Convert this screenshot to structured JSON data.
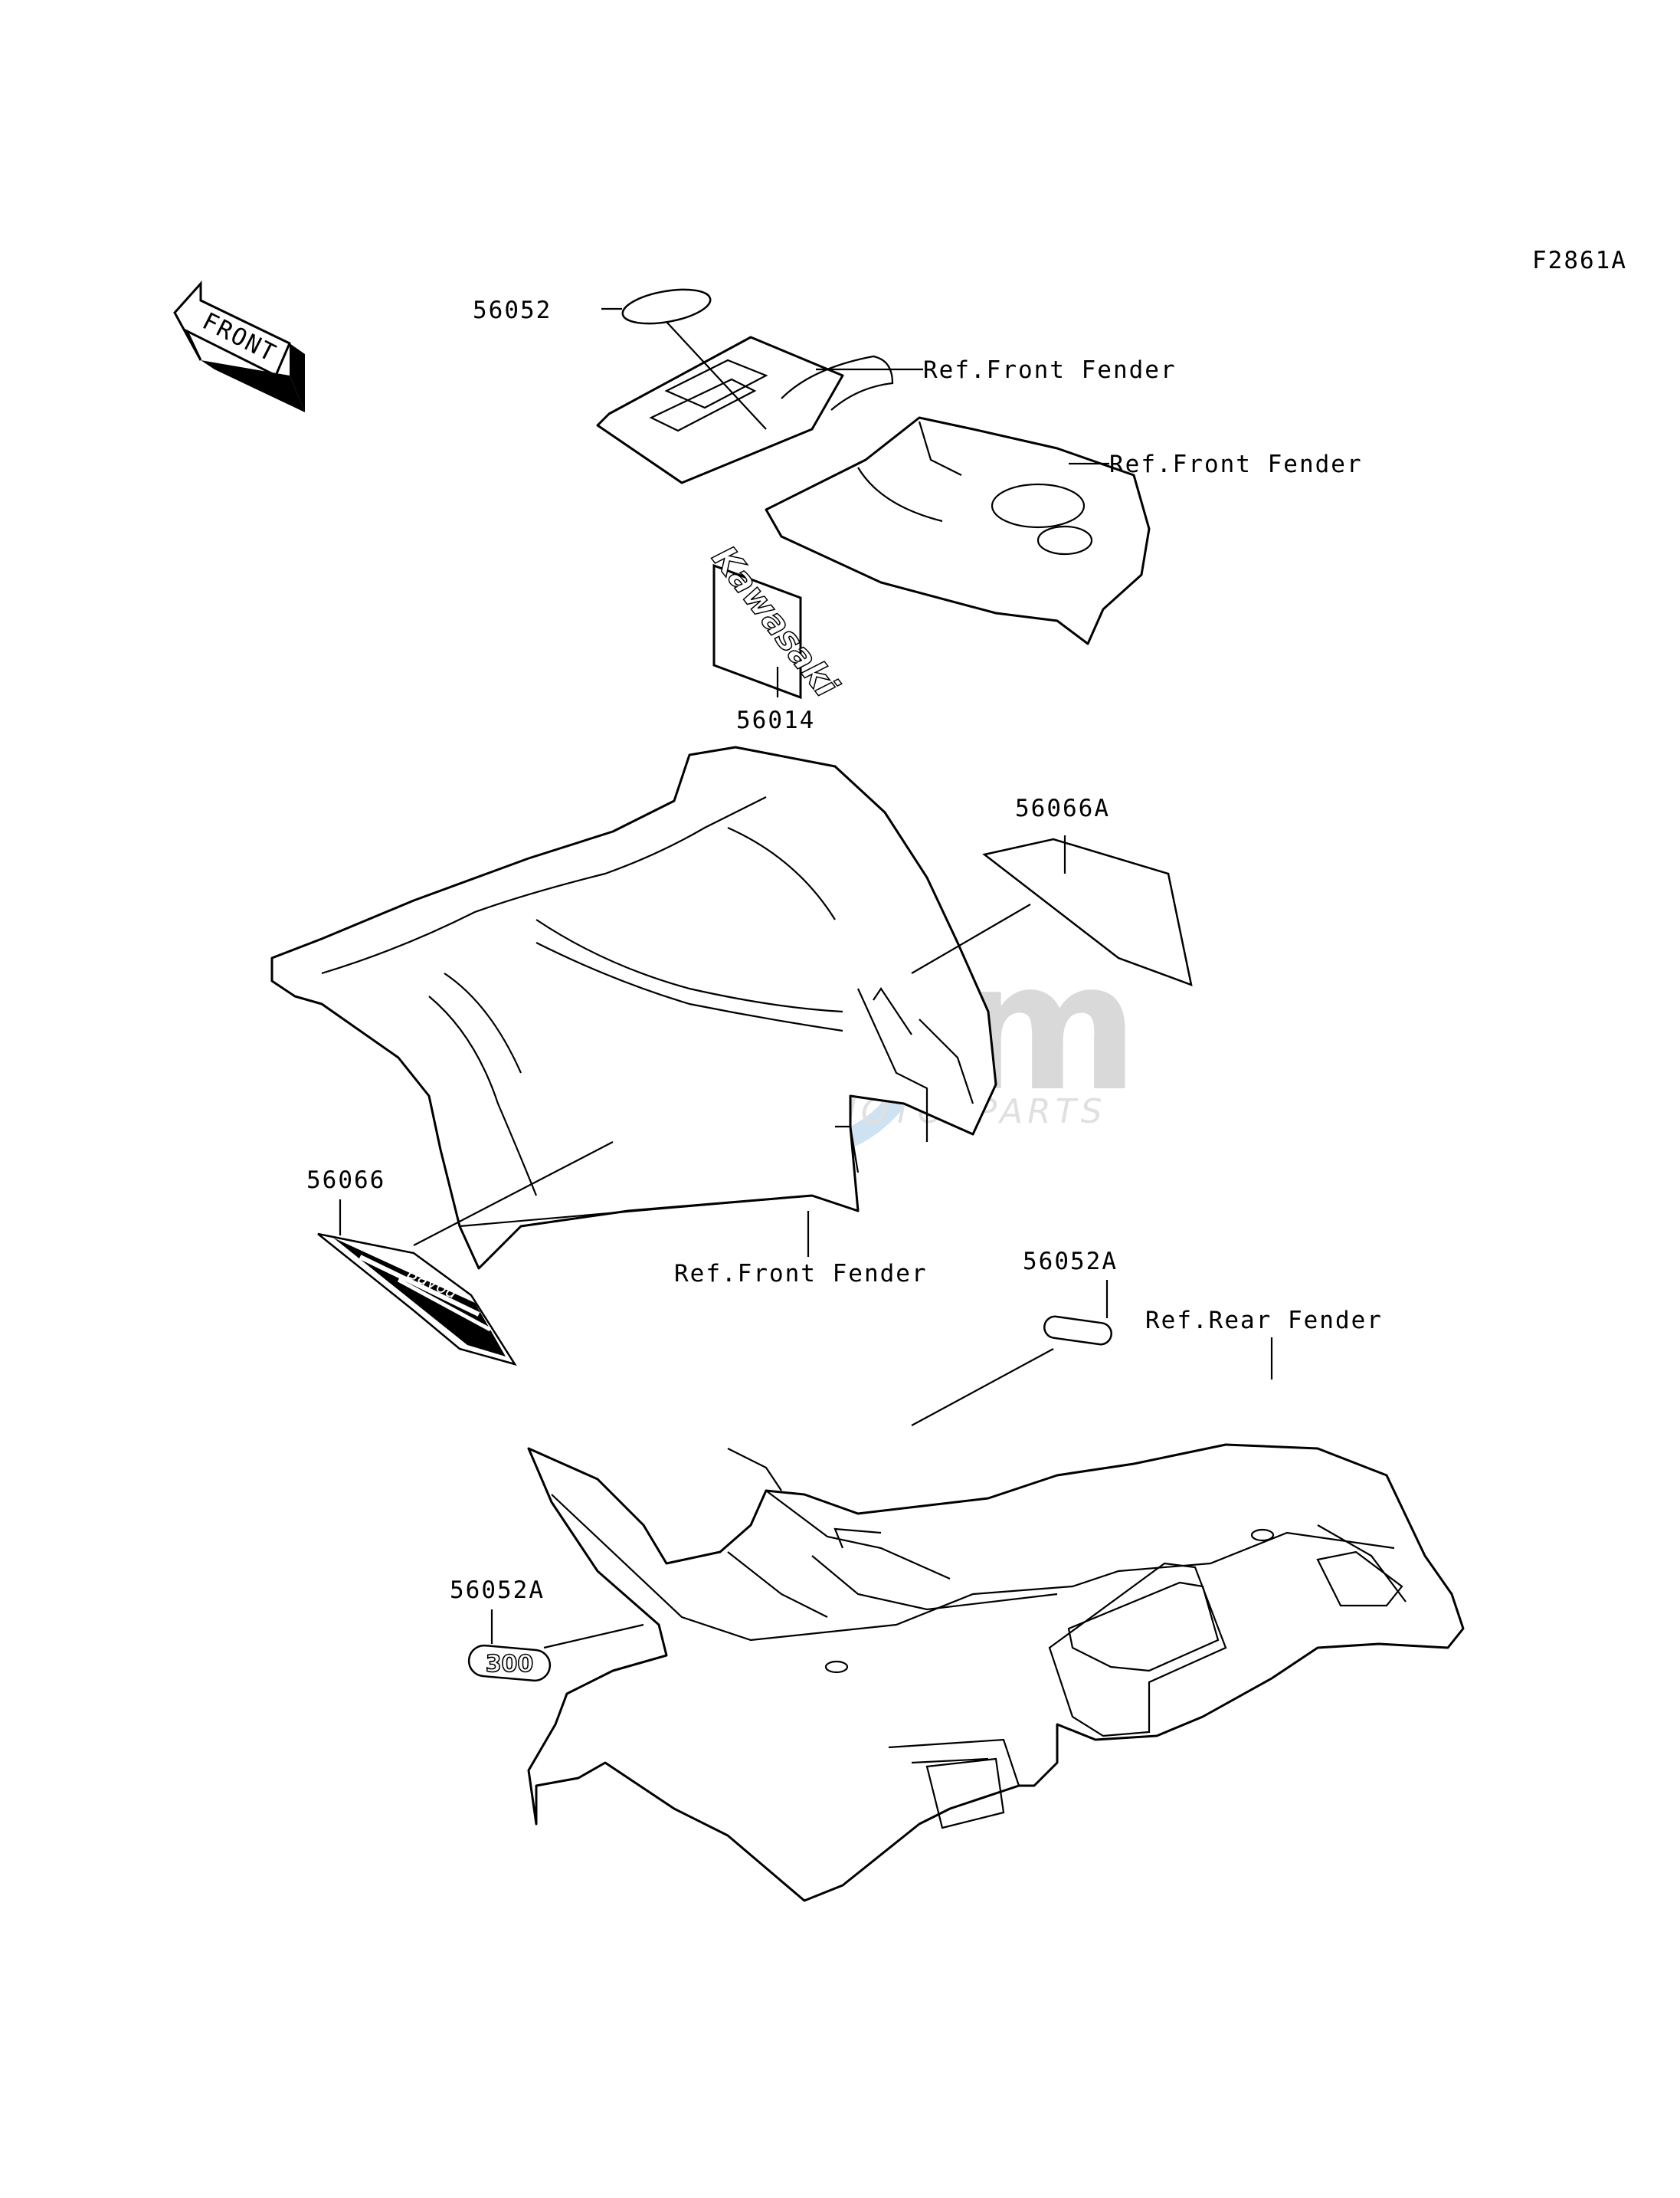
{
  "figure_code": "F2861A",
  "front_arrow": {
    "text": "FRONT"
  },
  "watermark": {
    "brand": "Em",
    "tagline": "MOTORPARTS"
  },
  "callouts": [
    {
      "id": "56052",
      "label": "56052"
    },
    {
      "id": "ref-front-fender-1",
      "label": "Ref.Front Fender"
    },
    {
      "id": "ref-front-fender-2",
      "label": "Ref.Front Fender"
    },
    {
      "id": "56014",
      "label": "56014"
    },
    {
      "id": "56066A",
      "label": "56066A"
    },
    {
      "id": "56066",
      "label": "56066"
    },
    {
      "id": "ref-front-fender-3",
      "label": "Ref.Front Fender"
    },
    {
      "id": "56052A-top",
      "label": "56052A"
    },
    {
      "id": "ref-rear-fender",
      "label": "Ref.Rear Fender"
    },
    {
      "id": "56052A-left",
      "label": "56052A"
    }
  ],
  "decal_texts": {
    "kawasaki": "Kawasaki",
    "bayou": "Bayou",
    "model": "300"
  }
}
